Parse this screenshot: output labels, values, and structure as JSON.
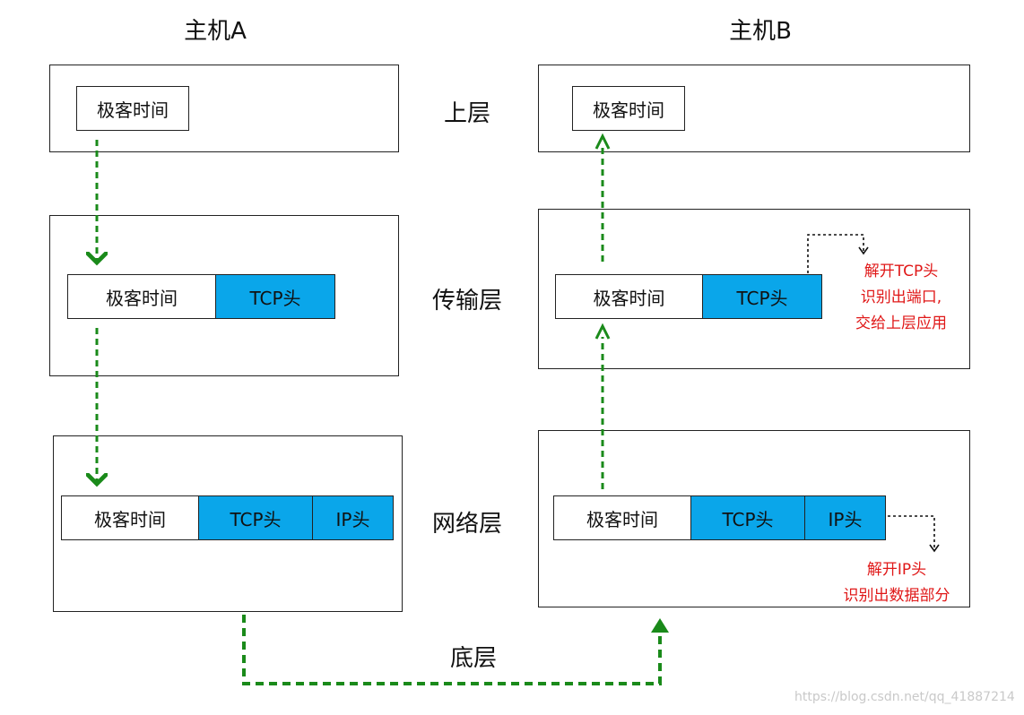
{
  "hosts": {
    "a": "主机A",
    "b": "主机B"
  },
  "layers": {
    "upper": "上层",
    "transport": "传输层",
    "network": "网络层",
    "bottom": "底层"
  },
  "segments": {
    "data": "极客时间",
    "tcp": "TCP头",
    "ip": "IP头"
  },
  "notes": {
    "tcp": [
      "解开TCP头",
      "识别出端口,",
      "交给上层应用"
    ],
    "ip": [
      "解开IP头",
      "识别出数据部分"
    ]
  },
  "watermark": "https://blog.csdn.net/qq_41887214",
  "colors": {
    "header_fill": "#0aa6ea",
    "arrow": "#1a8a1a",
    "note_text": "#e01818"
  }
}
